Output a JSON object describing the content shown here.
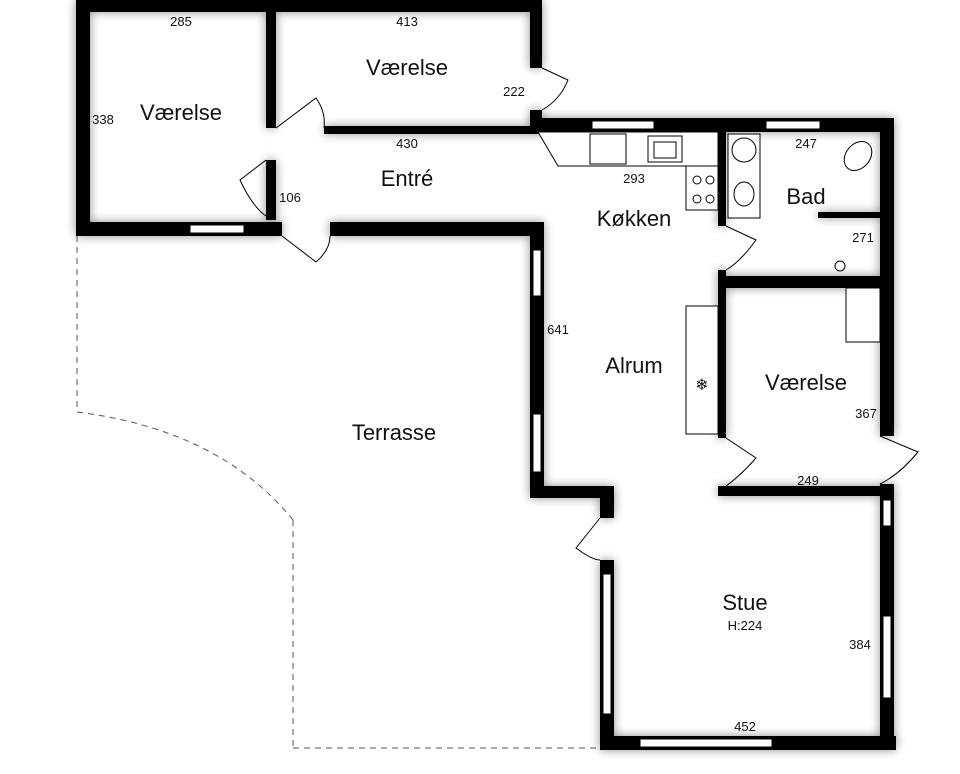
{
  "rooms": {
    "vaerelse_top_left": {
      "name": "Værelse",
      "dim_top": "285",
      "dim_side": "338"
    },
    "vaerelse_top_middle": {
      "name": "Værelse",
      "dim_top": "413",
      "dim_side": "222"
    },
    "entre": {
      "name": "Entré",
      "dim_top": "430",
      "dim_side": "106"
    },
    "kokken": {
      "name": "Køkken",
      "dim": "293"
    },
    "bad": {
      "name": "Bad",
      "dim_top": "247",
      "dim_side": "271"
    },
    "alrum": {
      "name": "Alrum",
      "dim_side": "641"
    },
    "vaerelse_right": {
      "name": "Værelse",
      "dim_side": "367",
      "dim_bottom": "249"
    },
    "terrasse": {
      "name": "Terrasse"
    },
    "stue": {
      "name": "Stue",
      "height": "H:224",
      "dim_side": "384",
      "dim_bottom": "452"
    }
  }
}
